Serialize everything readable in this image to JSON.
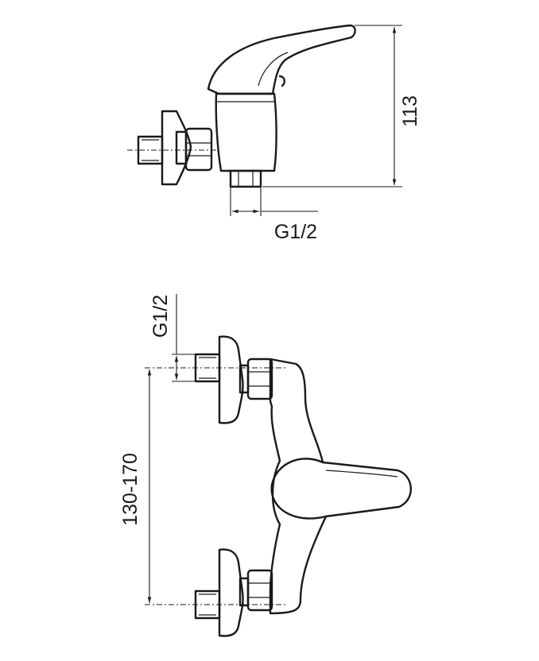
{
  "dimensions": {
    "height": "113",
    "side_thread": "G1/2",
    "front_thread": "G1/2",
    "center_distance": "130-170"
  },
  "colors": {
    "line": "#1a1a1a",
    "background": "#ffffff"
  }
}
